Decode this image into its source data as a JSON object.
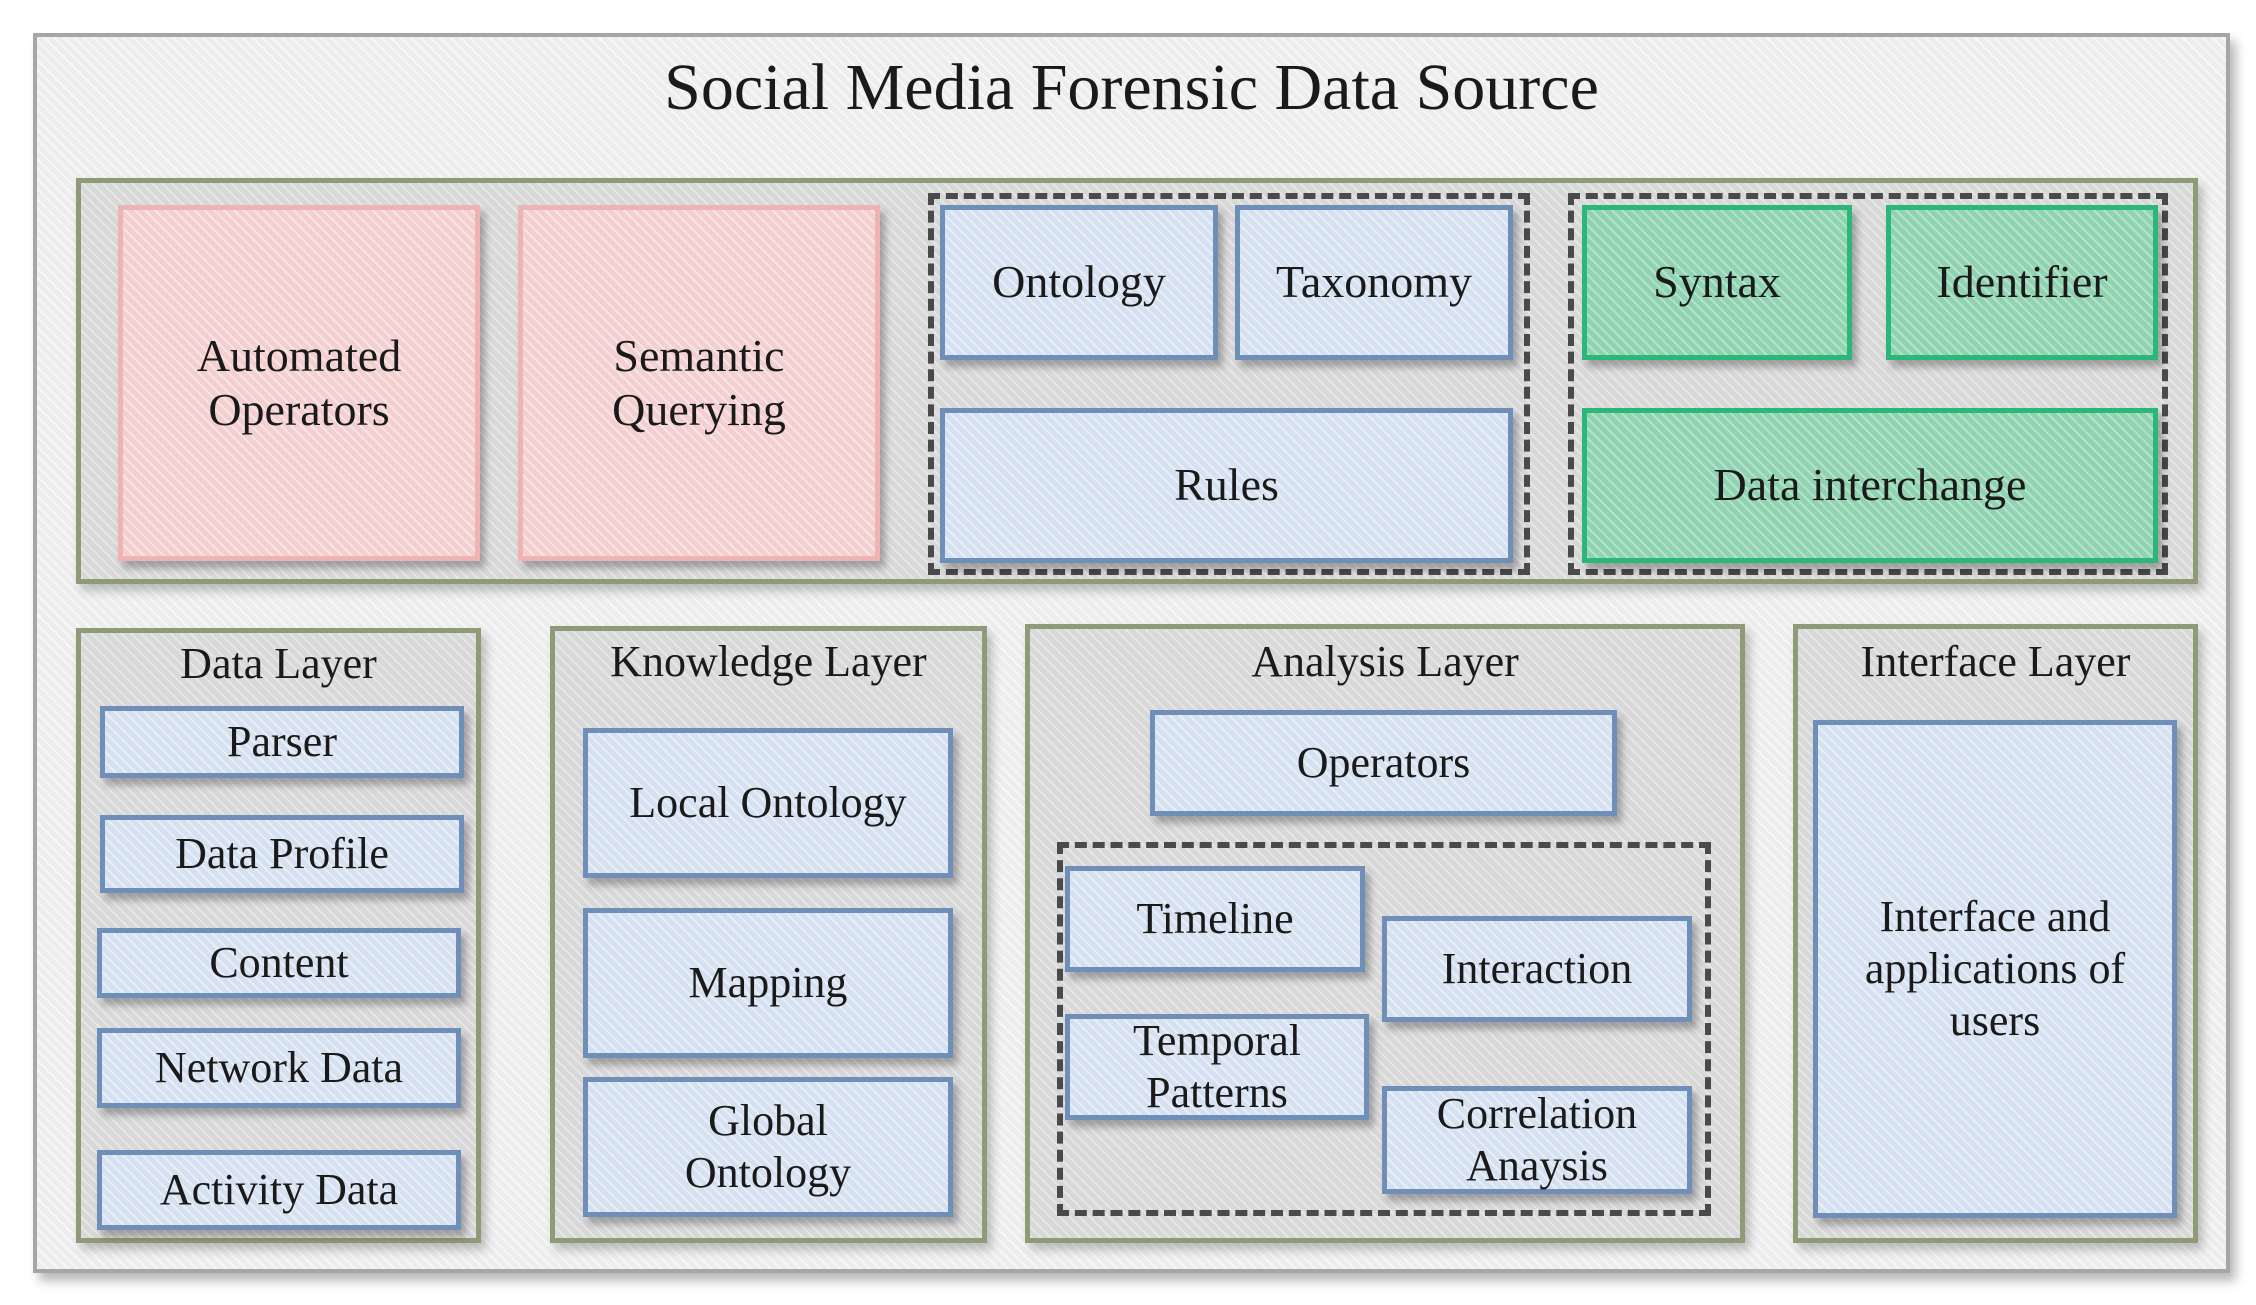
{
  "title": "Social Media Forensic Data Source",
  "top_row": {
    "automated_operators": "Automated\nOperators",
    "semantic_querying": "Semantic\nQuerying",
    "ontology": "Ontology",
    "taxonomy": "Taxonomy",
    "rules": "Rules",
    "syntax": "Syntax",
    "identifier": "Identifier",
    "data_interchange": "Data interchange"
  },
  "data_layer": {
    "title": "Data Layer",
    "items": [
      "Parser",
      "Data Profile",
      "Content",
      "Network Data",
      "Activity Data"
    ]
  },
  "knowledge_layer": {
    "title": "Knowledge Layer",
    "items": [
      "Local Ontology",
      "Mapping",
      "Global\nOntology"
    ]
  },
  "analysis_layer": {
    "title": "Analysis Layer",
    "operators": "Operators",
    "timeline": "Timeline",
    "interaction": "Interaction",
    "temporal_patterns": "Temporal\nPatterns",
    "correlation": "Correlation\nAnaysis"
  },
  "interface_layer": {
    "title": "Interface Layer",
    "content": "Interface and\napplications of\nusers"
  }
}
